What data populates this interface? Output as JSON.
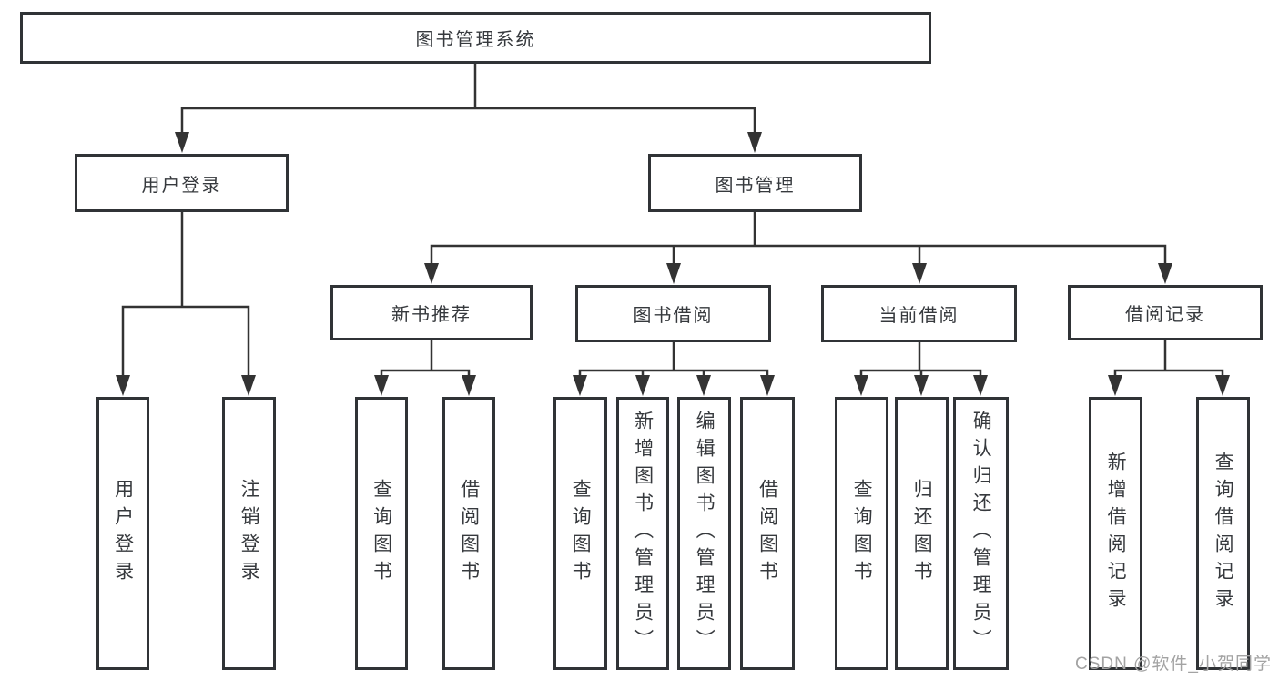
{
  "tree": {
    "root": {
      "label": "图书管理系统"
    },
    "children": [
      {
        "label": "用户登录",
        "children": [
          {
            "label": "用户登录"
          },
          {
            "label": "注销登录"
          }
        ]
      },
      {
        "label": "图书管理",
        "children": [
          {
            "label": "新书推荐",
            "children": [
              {
                "label": "查询图书"
              },
              {
                "label": "借阅图书"
              }
            ]
          },
          {
            "label": "图书借阅",
            "children": [
              {
                "label": "查询图书"
              },
              {
                "label": "新增图书（管理员）"
              },
              {
                "label": "编辑图书（管理员）"
              },
              {
                "label": "借阅图书"
              }
            ]
          },
          {
            "label": "当前借阅",
            "children": [
              {
                "label": "查询图书"
              },
              {
                "label": "归还图书"
              },
              {
                "label": "确认归还（管理员）"
              }
            ]
          },
          {
            "label": "借阅记录",
            "children": [
              {
                "label": "新增借阅记录"
              },
              {
                "label": "查询借阅记录"
              }
            ]
          }
        ]
      }
    ]
  },
  "watermark": "CSDN @软件_小贺同学",
  "colors": {
    "line": "#333333",
    "box_border": "#303336",
    "text": "#36393d",
    "watermark": "#a3a3a3",
    "background": "#ffffff"
  }
}
